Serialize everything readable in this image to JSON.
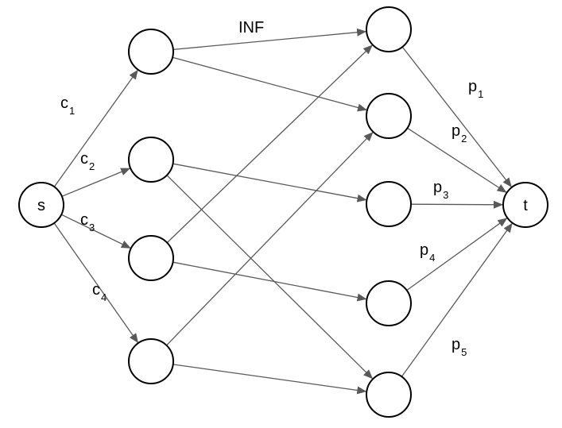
{
  "nodes": [
    {
      "id": "s",
      "label": "s"
    },
    {
      "id": "a1",
      "label": ""
    },
    {
      "id": "a2",
      "label": ""
    },
    {
      "id": "a3",
      "label": ""
    },
    {
      "id": "a4",
      "label": ""
    },
    {
      "id": "b1",
      "label": ""
    },
    {
      "id": "b2",
      "label": ""
    },
    {
      "id": "b3",
      "label": ""
    },
    {
      "id": "b4",
      "label": ""
    },
    {
      "id": "b5",
      "label": ""
    },
    {
      "id": "t",
      "label": "t"
    }
  ],
  "edges": [
    {
      "from": "s",
      "to": "a1",
      "label": "c",
      "sub": "1"
    },
    {
      "from": "s",
      "to": "a2",
      "label": "c",
      "sub": "2"
    },
    {
      "from": "s",
      "to": "a3",
      "label": "c",
      "sub": "3"
    },
    {
      "from": "s",
      "to": "a4",
      "label": "c",
      "sub": "4"
    },
    {
      "from": "a1",
      "to": "b1",
      "label": "INF",
      "sub": ""
    },
    {
      "from": "a1",
      "to": "b2",
      "label": "",
      "sub": ""
    },
    {
      "from": "a2",
      "to": "b3",
      "label": "",
      "sub": ""
    },
    {
      "from": "a2",
      "to": "b5",
      "label": "",
      "sub": ""
    },
    {
      "from": "a3",
      "to": "b1",
      "label": "",
      "sub": ""
    },
    {
      "from": "a3",
      "to": "b4",
      "label": "",
      "sub": ""
    },
    {
      "from": "a4",
      "to": "b2",
      "label": "",
      "sub": ""
    },
    {
      "from": "a4",
      "to": "b5",
      "label": "",
      "sub": ""
    },
    {
      "from": "b1",
      "to": "t",
      "label": "p",
      "sub": "1"
    },
    {
      "from": "b2",
      "to": "t",
      "label": "p",
      "sub": "2"
    },
    {
      "from": "b3",
      "to": "t",
      "label": "p",
      "sub": "3"
    },
    {
      "from": "b4",
      "to": "t",
      "label": "p",
      "sub": "4"
    },
    {
      "from": "b5",
      "to": "t",
      "label": "p",
      "sub": "5"
    }
  ],
  "colors": {
    "edge": "#595959",
    "node_stroke": "#000000",
    "background": "#ffffff"
  }
}
